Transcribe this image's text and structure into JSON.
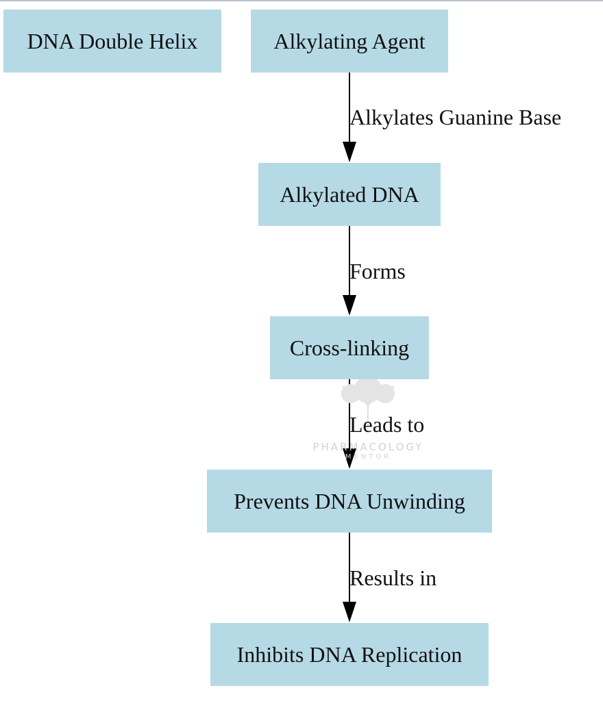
{
  "nodes": {
    "dna_double_helix": "DNA Double Helix",
    "alkylating_agent": "Alkylating Agent",
    "alkylated_dna": "Alkylated DNA",
    "cross_linking": "Cross-linking",
    "prevents_unwinding": "Prevents DNA Unwinding",
    "inhibits_replication": "Inhibits DNA Replication"
  },
  "edges": {
    "alkylates": "Alkylates Guanine Base",
    "forms": "Forms",
    "leads_to": "Leads to",
    "results_in": "Results in"
  },
  "watermark": {
    "line1": "PHARMACOLOGY",
    "line2": "MENTOR"
  },
  "colors": {
    "node_fill": "#b6d9e6",
    "edge": "#000000",
    "watermark": "#d3d3d3"
  }
}
